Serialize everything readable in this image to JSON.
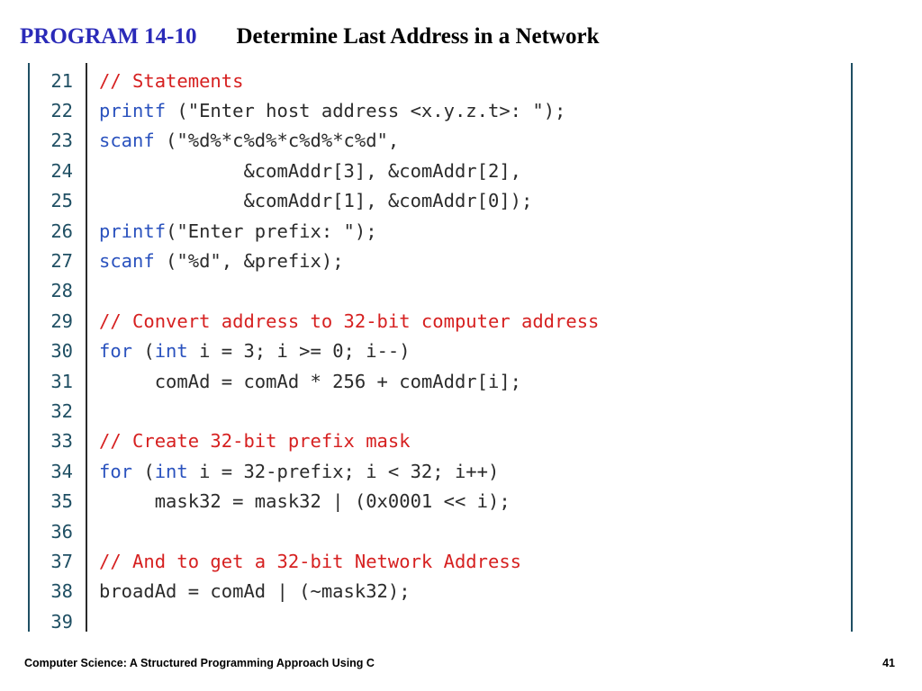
{
  "header": {
    "program_label": "PROGRAM 14-10",
    "program_title": "Determine Last Address in a Network"
  },
  "colors": {
    "label_blue": "#2a2ab8",
    "keyword_blue": "#2a52be",
    "comment_red": "#d62020",
    "line_number": "#1f4f63"
  },
  "code": {
    "lines": [
      {
        "num": "21",
        "tokens": [
          {
            "t": "// Statements",
            "c": "cm"
          }
        ]
      },
      {
        "num": "22",
        "tokens": [
          {
            "t": "printf",
            "c": "kw"
          },
          {
            "t": " (\"Enter host address <x.y.z.t>: \");",
            "c": "tx"
          }
        ]
      },
      {
        "num": "23",
        "tokens": [
          {
            "t": "scanf",
            "c": "kw"
          },
          {
            "t": " (\"%d%*c%d%*c%d%*c%d\",",
            "c": "tx"
          }
        ]
      },
      {
        "num": "24",
        "tokens": [
          {
            "t": "             &comAddr[3], &comAddr[2],",
            "c": "tx"
          }
        ]
      },
      {
        "num": "25",
        "tokens": [
          {
            "t": "             &comAddr[1], &comAddr[0]);",
            "c": "tx"
          }
        ]
      },
      {
        "num": "26",
        "tokens": [
          {
            "t": "printf",
            "c": "kw"
          },
          {
            "t": "(\"Enter prefix: \");",
            "c": "tx"
          }
        ]
      },
      {
        "num": "27",
        "tokens": [
          {
            "t": "scanf",
            "c": "kw"
          },
          {
            "t": " (\"%d\", &prefix);",
            "c": "tx"
          }
        ]
      },
      {
        "num": "28",
        "tokens": []
      },
      {
        "num": "29",
        "tokens": [
          {
            "t": "// Convert address to 32-bit computer address",
            "c": "cm"
          }
        ]
      },
      {
        "num": "30",
        "tokens": [
          {
            "t": "for",
            "c": "kw"
          },
          {
            "t": " (",
            "c": "tx"
          },
          {
            "t": "int",
            "c": "kw"
          },
          {
            "t": " i = 3; i >= 0; i--)",
            "c": "tx"
          }
        ]
      },
      {
        "num": "31",
        "tokens": [
          {
            "t": "     comAd = comAd * 256 + comAddr[i];",
            "c": "tx"
          }
        ]
      },
      {
        "num": "32",
        "tokens": []
      },
      {
        "num": "33",
        "tokens": [
          {
            "t": "// Create 32-bit prefix mask",
            "c": "cm"
          }
        ]
      },
      {
        "num": "34",
        "tokens": [
          {
            "t": "for",
            "c": "kw"
          },
          {
            "t": " (",
            "c": "tx"
          },
          {
            "t": "int",
            "c": "kw"
          },
          {
            "t": " i = 32-prefix; i < 32; i++)",
            "c": "tx"
          }
        ]
      },
      {
        "num": "35",
        "tokens": [
          {
            "t": "     mask32 = mask32 | (0x0001 << i);",
            "c": "tx"
          }
        ]
      },
      {
        "num": "36",
        "tokens": []
      },
      {
        "num": "37",
        "tokens": [
          {
            "t": "// And to get a 32-bit Network Address",
            "c": "cm"
          }
        ]
      },
      {
        "num": "38",
        "tokens": [
          {
            "t": "broadAd = comAd | (~mask32);",
            "c": "tx"
          }
        ]
      },
      {
        "num": "39",
        "tokens": []
      }
    ]
  },
  "footer": {
    "book_title": "Computer Science: A Structured Programming Approach Using C",
    "page_number": "41"
  }
}
